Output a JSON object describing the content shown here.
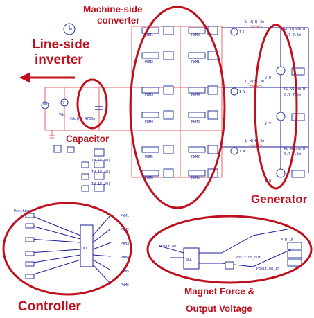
{
  "labels": {
    "machine_side": [
      "Machine-side",
      "converter"
    ],
    "line_side": [
      "Line-side",
      "inverter"
    ],
    "capacitor": "Capacitor",
    "generator": "Generator",
    "controller": "Controller",
    "magnet_force": [
      "Magnet Force &",
      "Output Voltage"
    ]
  },
  "circuit_text": {
    "vdc": "Vdc",
    "cdc": "Cdc(F) 4700u",
    "iu": "I U",
    "iv": "I V",
    "iw": "I W",
    "vu": "V U",
    "vv": "V V",
    "vw": "V W",
    "lu": "L_U(H) 3m",
    "lv": "L_V(H) 3m",
    "lw": "L_W(H) 3m",
    "rlu": "RL U(ohm,H)",
    "rlv": "RL V(ohm,H)",
    "rlw": "RL W(ohm,H)",
    "rl_val": "0.7 7.5m",
    "i1": "Id_1F(80)",
    "i2": "Id_1F(40)",
    "i3": "Id_1F(20)",
    "position": "Position",
    "dll": "DLL",
    "position_out": "Position_out",
    "position_1f": "Position_1F",
    "f_u_1f": "F_U_1F"
  },
  "pwm_labels": [
    "PWM1",
    "PWM2",
    "PWM3",
    "PWM4",
    "PWM5",
    "PWM6"
  ],
  "colors": {
    "annotation_red": "#c0101e",
    "circuit_red": "#e8666b",
    "wire_blue": "#1a1a9c",
    "component_blue": "#2a3aa0"
  }
}
